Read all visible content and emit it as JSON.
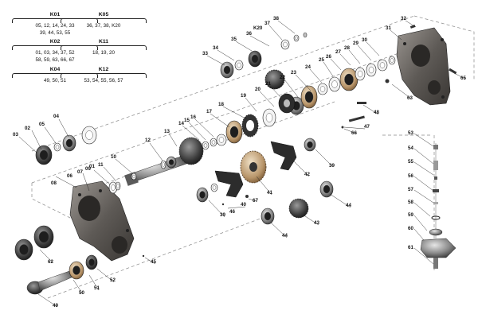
{
  "kits": [
    {
      "id": "K01",
      "parts_lines": [
        "05, 12, 14, 24, 33",
        "39, 44, 53, 55"
      ]
    },
    {
      "id": "K02",
      "parts_lines": [
        "01, 03, 34, 37, 52",
        "58, 59, 63, 66, 67"
      ]
    },
    {
      "id": "K04",
      "parts_lines": [
        "49, 50, 51"
      ]
    },
    {
      "id": "K05",
      "parts_lines": [
        "36, 37, 38, K20"
      ]
    },
    {
      "id": "K11",
      "parts_lines": [
        "18, 19, 20"
      ]
    },
    {
      "id": "K12",
      "parts_lines": [
        "53, 54, 55, 56, 57"
      ]
    }
  ],
  "callouts": [
    "01",
    "02",
    "03",
    "04",
    "05",
    "06",
    "07",
    "08",
    "09",
    "10",
    "11",
    "12",
    "13",
    "14",
    "15",
    "16",
    "17",
    "18",
    "19",
    "20",
    "21",
    "22",
    "23",
    "24",
    "25",
    "26",
    "27",
    "28",
    "29",
    "30",
    "31",
    "32",
    "33",
    "34",
    "35",
    "36",
    "37",
    "38",
    "39",
    "39",
    "40",
    "41",
    "42",
    "43",
    "44",
    "44",
    "45",
    "46",
    "47",
    "48",
    "49",
    "50",
    "51",
    "52",
    "53",
    "54",
    "55",
    "56",
    "57",
    "58",
    "59",
    "60",
    "61",
    "62",
    "63",
    "65",
    "66",
    "67",
    "K20"
  ],
  "colors": {
    "line": "#222222",
    "dash": "#888888",
    "metal_dark": "#4a4a4a",
    "metal_mid": "#8a8a8a",
    "metal_light": "#c8c8c8",
    "brass": "#b8956a",
    "housing": "#6e6a66"
  }
}
